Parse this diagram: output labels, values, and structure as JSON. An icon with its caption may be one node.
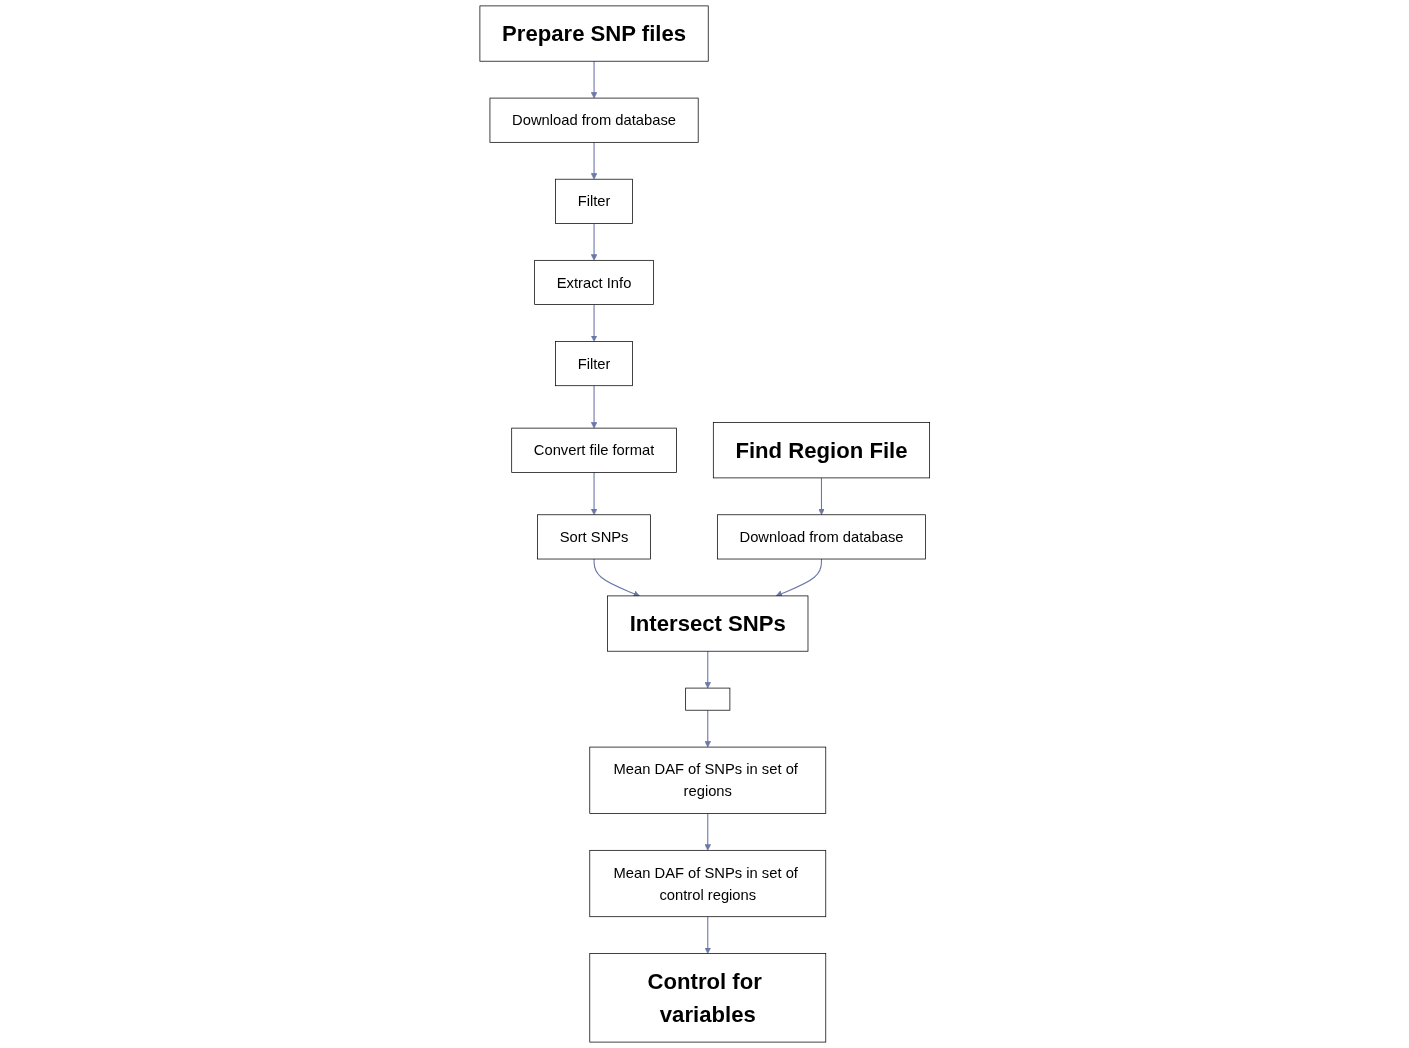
{
  "diagram": {
    "nodes": [
      {
        "text": [
          "Prepare SNP files"
        ]
      },
      {
        "text": [
          "Download from database"
        ]
      },
      {
        "text": [
          "Filter"
        ]
      },
      {
        "text": [
          "Extract Info"
        ]
      },
      {
        "text": [
          "Filter"
        ]
      },
      {
        "text": [
          "Convert file format"
        ]
      },
      {
        "text": [
          "Sort SNPs"
        ]
      },
      {
        "text": [
          "Find Region File"
        ]
      },
      {
        "text": [
          "Download from database"
        ]
      },
      {
        "text": [
          "Intersect SNPs"
        ]
      },
      {
        "text": [],
        "shape": "box"
      },
      {
        "text": [
          "Mean DAF of SNPs in set of regions"
        ]
      },
      {
        "text": [
          "Mean DAF of SNPs in set of control regions"
        ]
      },
      {
        "text": [
          "Control for variables"
        ]
      }
    ],
    "edges": [
      {
        "from": 0,
        "to": 1,
        "arrow": "to"
      },
      {
        "from": 1,
        "to": 2,
        "arrow": "to"
      },
      {
        "from": 2,
        "to": 3,
        "arrow": "to"
      },
      {
        "from": 3,
        "to": 4,
        "arrow": "to"
      },
      {
        "from": 4,
        "to": 5,
        "arrow": "to"
      },
      {
        "from": 5,
        "to": 6,
        "arrow": "to"
      },
      {
        "from": 6,
        "to": 9,
        "arrow": "to"
      },
      {
        "from": 7,
        "to": 8,
        "arrow": "to"
      },
      {
        "from": 8,
        "to": 9,
        "arrow": "to"
      },
      {
        "from": 9,
        "to": 10,
        "arrow": "to"
      },
      {
        "from": 10,
        "to": 11,
        "arrow": "to"
      },
      {
        "from": 11,
        "to": 12,
        "arrow": "to"
      },
      {
        "from": 12,
        "to": 13,
        "arrow": "to"
      }
    ]
  }
}
